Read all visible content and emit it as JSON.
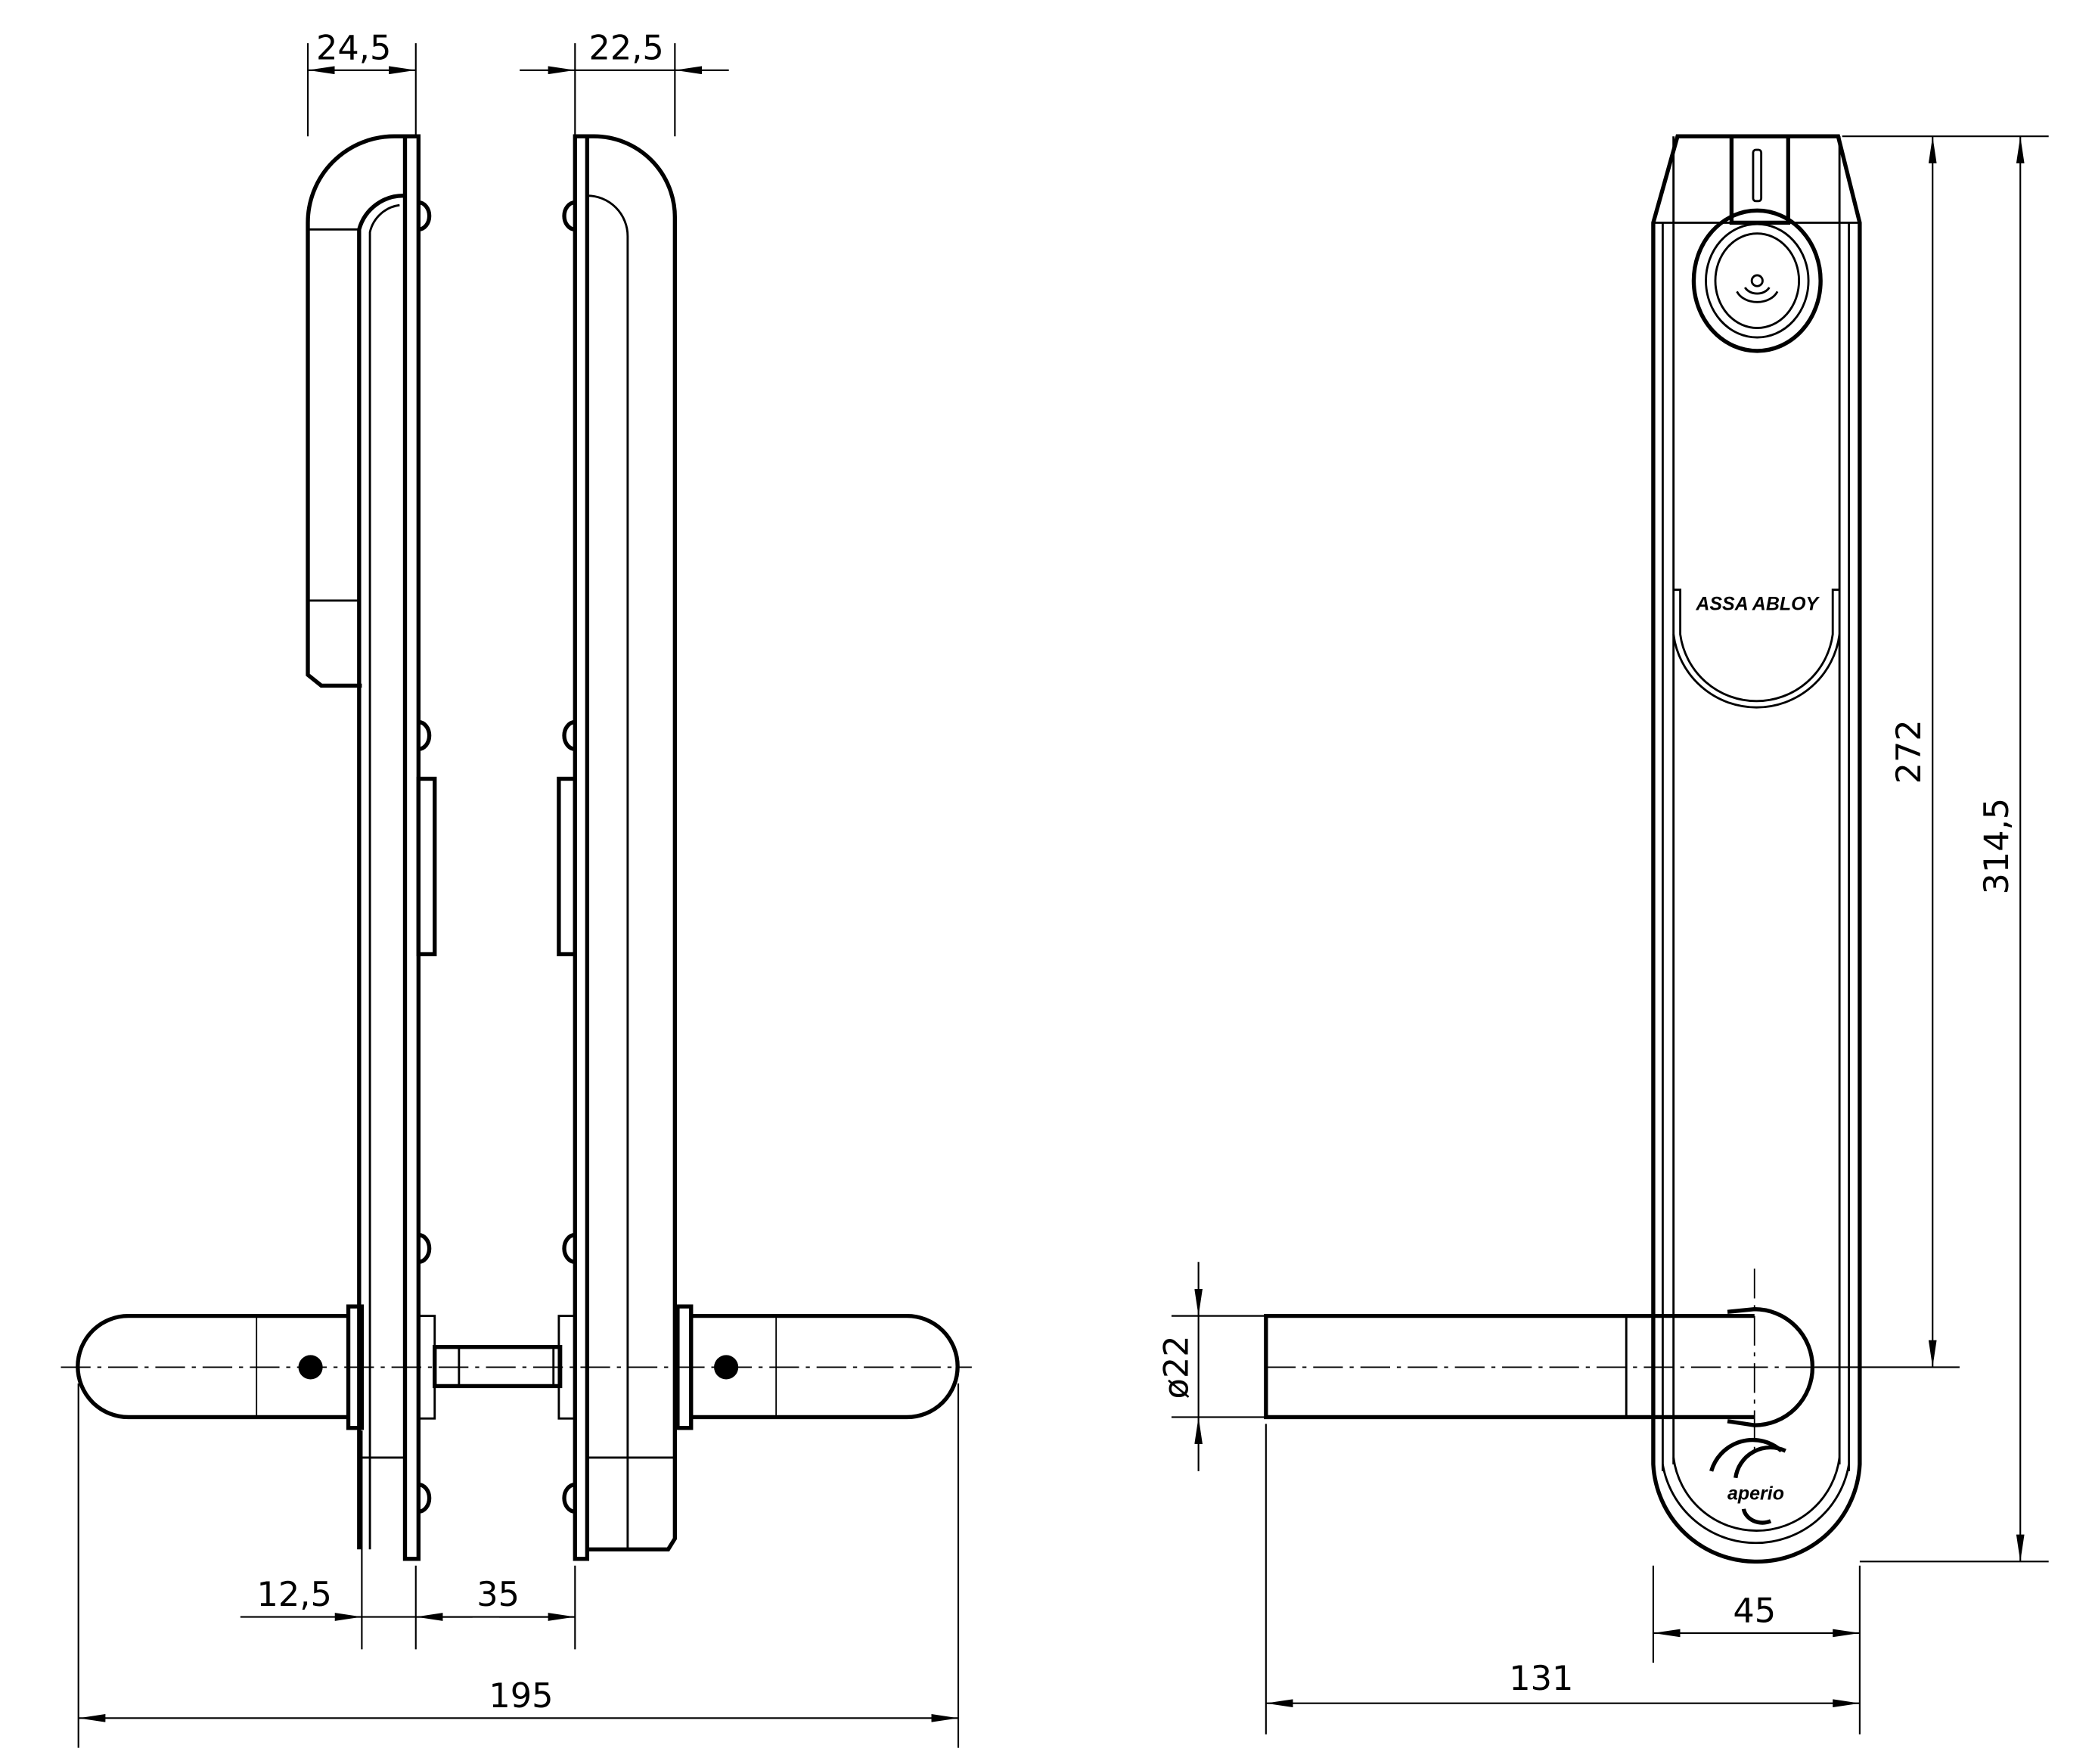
{
  "dimensions": {
    "reader_depth": "24,5",
    "back_plate_depth": "22,5",
    "plate_thickness": "12,5",
    "door_thickness": "35",
    "overall_width_side": "195",
    "lever_diameter": "ø22",
    "plate_length": "272",
    "overall_height": "314,5",
    "plate_width": "45",
    "lever_projection": "131"
  },
  "logos": {
    "brand": "ASSA ABLOY",
    "product": "aperio"
  }
}
